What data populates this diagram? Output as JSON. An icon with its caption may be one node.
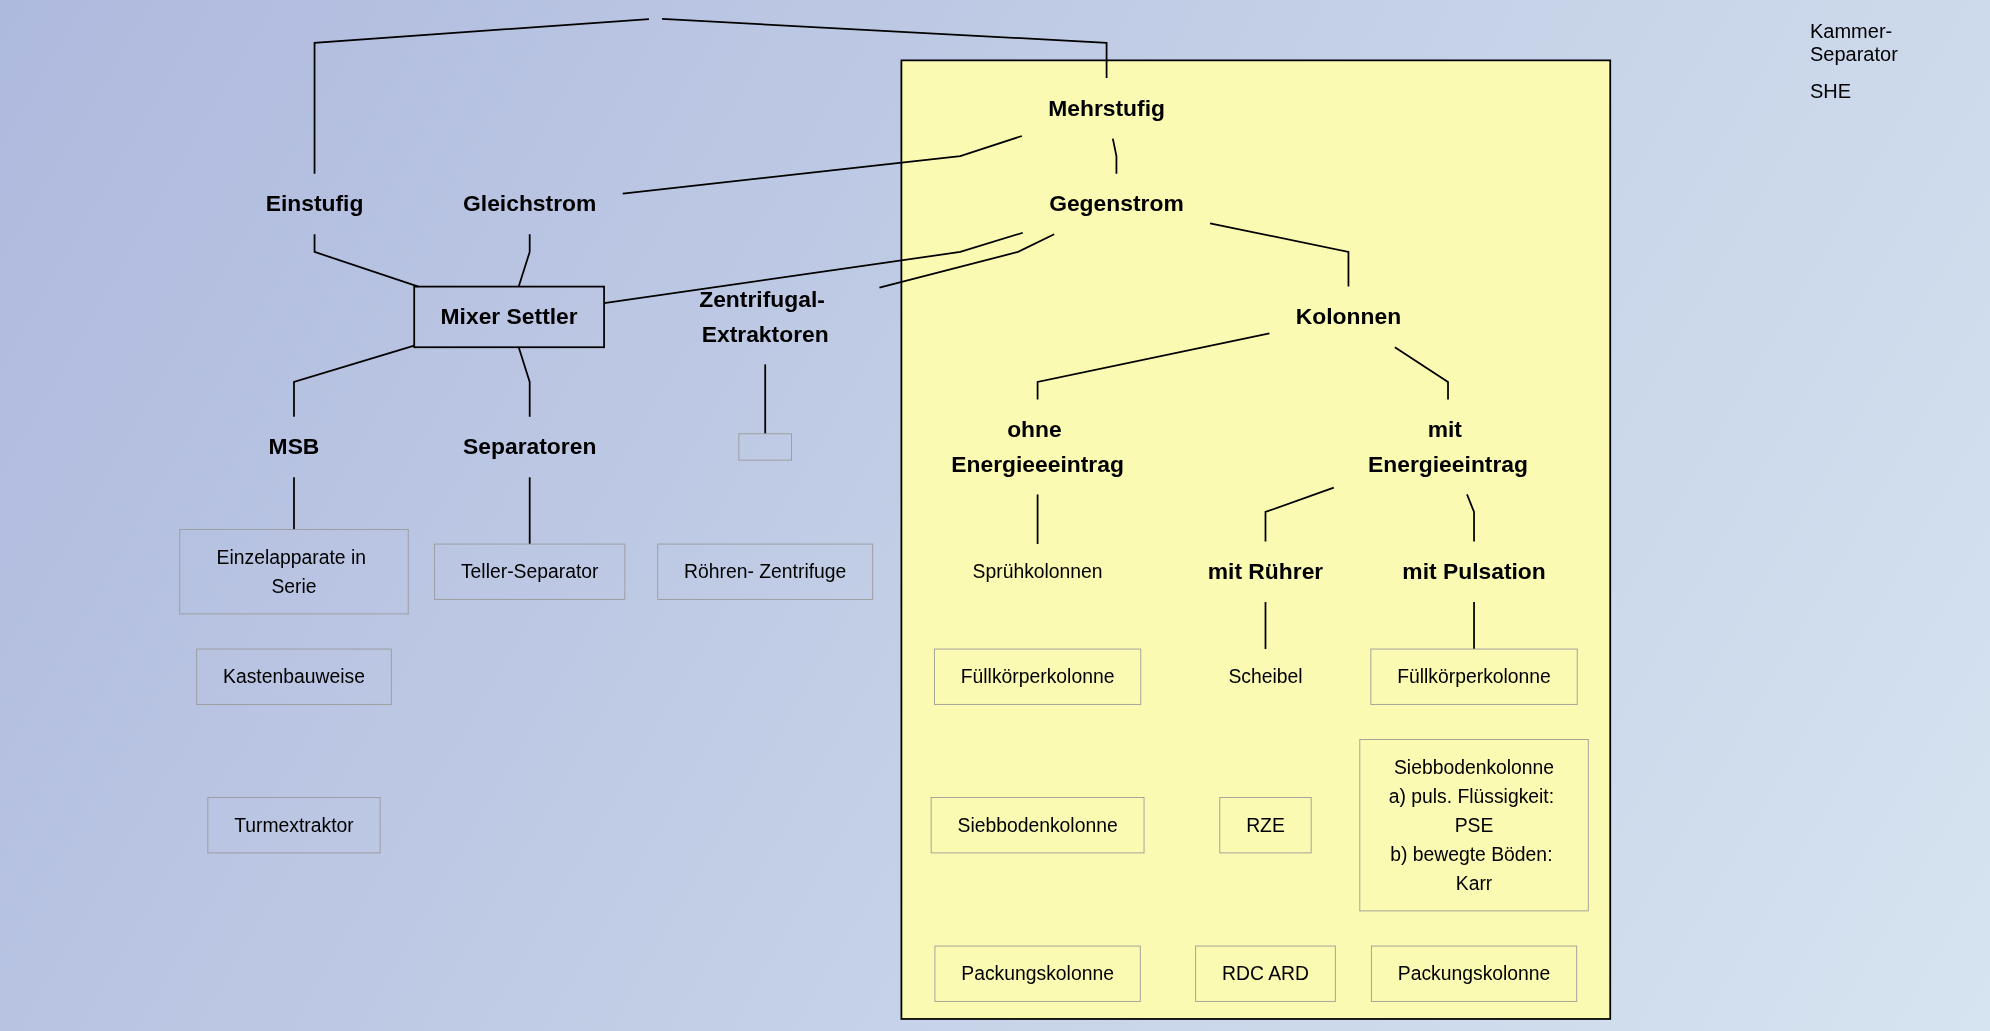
{
  "diagram": {
    "nodes": [
      {
        "text": [
          "Einstufig"
        ]
      },
      {
        "text": [],
        "shape": "box"
      },
      {
        "text": [
          "Mehrstufig"
        ],
        "in": 1
      },
      {
        "text": [
          "Gleichstrom"
        ]
      },
      {
        "text": [
          "Gegenstrom"
        ],
        "in": 1
      },
      {
        "text": [
          "Mixer Settler"
        ]
      },
      {
        "text": [
          "Zentrifugal- Extraktoren"
        ]
      },
      {
        "text": [
          "Kolonnen"
        ],
        "in": 1
      },
      {
        "text": [
          "MSB"
        ]
      },
      {
        "text": [
          "Separatoren"
        ]
      },
      {
        "text": [
          "ohne Energieeeintrag"
        ],
        "in": 1
      },
      {
        "text": [
          "mit Energieeintrag"
        ],
        "in": 1
      },
      {
        "text": [
          "mit Rührer"
        ],
        "in": 1
      },
      {
        "text": [
          "mit Pulsation"
        ],
        "in": 1
      },
      {
        "text": [
          "Einzelapparate in Serie"
        ]
      },
      {
        "text": [
          "Teller-Separator"
        ]
      },
      {
        "text": [],
        "shape": "box"
      },
      {
        "text": [
          "Sprühkolonnen"
        ],
        "in": 1
      },
      {
        "text": [
          "Scheibel"
        ],
        "in": 1
      },
      {
        "text": [
          "Füllkörperkolonne"
        ],
        "in": 1
      },
      {
        "text": [
          "Kastenbauweise"
        ]
      },
      {
        "text": [
          "Röhren- Zentrifuge"
        ]
      },
      {
        "text": [
          "Füllkörperkolonne"
        ],
        "in": 1
      },
      {
        "text": [
          "RZE"
        ],
        "in": 1
      },
      {
        "text": [
          "Siebbodenkolonne",
          "a) puls. Flüssigkeit: PSE",
          "b) bewegte Böden: Karr"
        ],
        "in": 1
      },
      {
        "text": [
          "Turmextraktor"
        ]
      },
      {
        "text": [
          "Siebbodenkolonne"
        ],
        "in": 1
      },
      {
        "text": [
          "Packungskolonne"
        ],
        "in": 1
      },
      {
        "text": [
          "RDC ARD"
        ],
        "in": 1
      },
      {
        "text": [
          "Packungskolonne"
        ],
        "in": 1
      }
    ],
    "edges": [
      {
        "from": null,
        "to": 0,
        "arrow": "none"
      },
      {
        "from": null,
        "to": 2,
        "arrow": "none"
      },
      {
        "from": 2,
        "to": 3,
        "arrow": "none"
      },
      {
        "from": 2,
        "to": 4,
        "arrow": "none"
      },
      {
        "from": 0,
        "to": 5,
        "arrow": "none"
      },
      {
        "from": 3,
        "to": 5,
        "arrow": "none"
      },
      {
        "from": 4,
        "to": 5,
        "arrow": "none"
      },
      {
        "from": 4,
        "to": 6,
        "arrow": "none"
      },
      {
        "from": 4,
        "to": 7,
        "arrow": "none"
      },
      {
        "from": 5,
        "to": 8,
        "arrow": "none"
      },
      {
        "from": 5,
        "to": 9,
        "arrow": "none"
      },
      {
        "from": 7,
        "to": 10,
        "arrow": "none"
      },
      {
        "from": 7,
        "to": 11,
        "arrow": "none"
      },
      {
        "from": 11,
        "to": 12,
        "arrow": "none"
      },
      {
        "from": 11,
        "to": 13,
        "arrow": "none"
      },
      {
        "from": 8,
        "to": 14,
        "arrow": "none"
      },
      {
        "from": 9,
        "to": 15,
        "arrow": "none"
      },
      {
        "from": 6,
        "to": 16,
        "arrow": "none"
      },
      {
        "from": 10,
        "to": 17,
        "arrow": "none"
      },
      {
        "from": 12,
        "to": 18,
        "arrow": "none"
      },
      {
        "from": 13,
        "to": 19,
        "arrow": "none"
      }
    ],
    "labels": [
      "Kammer-Separator",
      "SHE"
    ]
  }
}
